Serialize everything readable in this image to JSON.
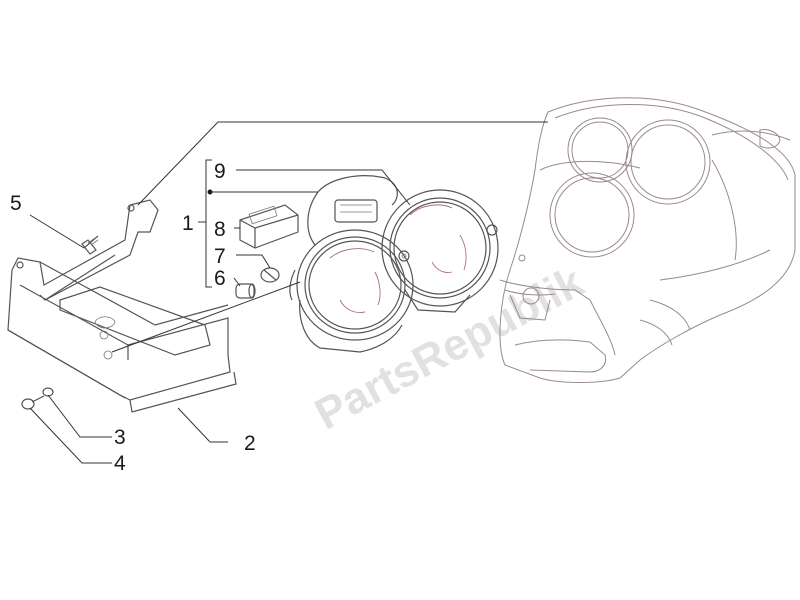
{
  "callouts": [
    {
      "id": "1",
      "label": "1"
    },
    {
      "id": "2",
      "label": "2"
    },
    {
      "id": "3",
      "label": "3"
    },
    {
      "id": "4",
      "label": "4"
    },
    {
      "id": "5",
      "label": "5"
    },
    {
      "id": "6",
      "label": "6"
    },
    {
      "id": "7",
      "label": "7"
    },
    {
      "id": "8",
      "label": "8"
    },
    {
      "id": "9",
      "label": "9"
    }
  ],
  "watermark": "PartsRepublik",
  "colors": {
    "line": "#333333",
    "part_stroke": "#555555",
    "gloss": "#b07070"
  }
}
